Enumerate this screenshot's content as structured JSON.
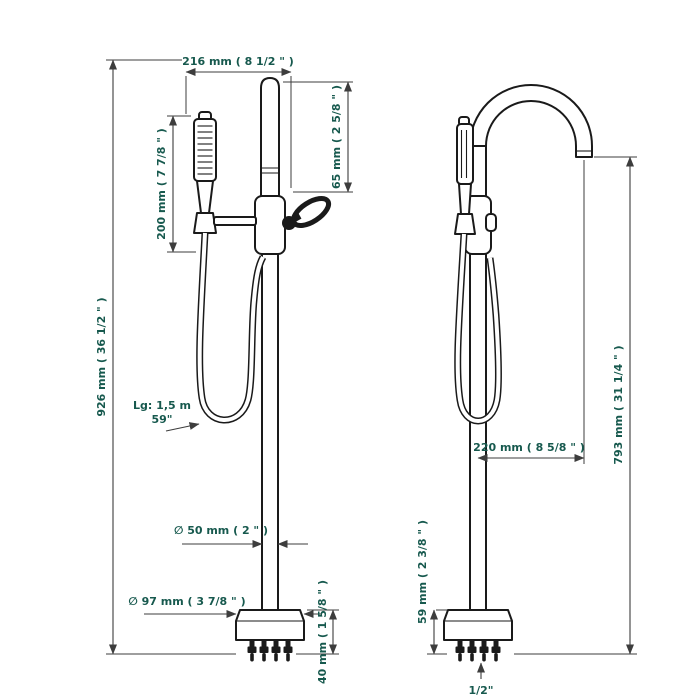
{
  "colors": {
    "dimension_text": "#17594e",
    "outline": "#1a1a1a",
    "dimension_line": "#3d3d3d"
  },
  "dimensions": {
    "front_top_width": "216 mm ( 8 1/2 \" )",
    "front_spout_top_offset": "65 mm ( 2 5/8 \" )",
    "front_handshower_height": "200 mm ( 7 7/8 \" )",
    "front_overall_height": "926 mm ( 36 1/2 \" )",
    "front_hose_length_label": "Lg: 1,5 m",
    "front_hose_length_inches": "59\"",
    "front_pipe_diameter": "∅ 50 mm ( 2 \" )",
    "front_base_diameter": "∅ 97 mm ( 3 7/8 \" )",
    "front_base_height": "40 mm ( 1 5/8 \" )",
    "side_spout_height": "793 mm ( 31 1/4 \" )",
    "side_spout_reach": "220 mm ( 8 5/8 \" )",
    "side_inlet_height": "59 mm ( 2 3/8 \" )",
    "side_connection_size": "1/2\""
  }
}
